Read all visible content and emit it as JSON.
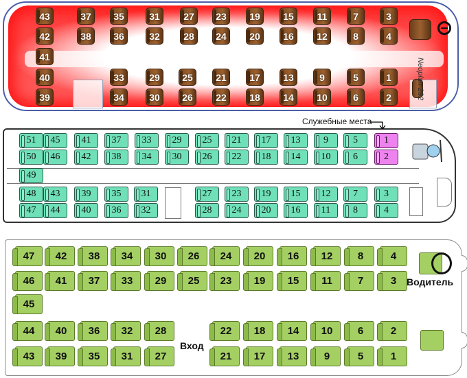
{
  "bus1": {
    "brand": "Neoplan 292",
    "seats": [
      "1",
      "2",
      "3",
      "4",
      "5",
      "6",
      "7",
      "8",
      "9",
      "10",
      "11",
      "12",
      "13",
      "14",
      "15",
      "16",
      "17",
      "18",
      "19",
      "20",
      "21",
      "22",
      "23",
      "24",
      "25",
      "26",
      "27",
      "28",
      "29",
      "30",
      "31",
      "32",
      "33",
      "34",
      "35",
      "36",
      "37",
      "38",
      "39",
      "40",
      "41",
      "42",
      "43"
    ]
  },
  "bus2": {
    "service_label": "Служебные места",
    "seats": [
      "1",
      "2",
      "3",
      "4",
      "5",
      "6",
      "7",
      "8",
      "9",
      "10",
      "11",
      "12",
      "13",
      "14",
      "15",
      "16",
      "17",
      "18",
      "19",
      "20",
      "21",
      "22",
      "23",
      "24",
      "25",
      "26",
      "27",
      "28",
      "29",
      "30",
      "31",
      "32",
      "33",
      "34",
      "35",
      "36",
      "37",
      "38",
      "39",
      "40",
      "41",
      "42",
      "43",
      "44",
      "45",
      "46",
      "47",
      "48",
      "49",
      "50",
      "51"
    ],
    "service_seats": [
      "1",
      "2"
    ]
  },
  "bus3": {
    "entry_label": "Вход",
    "driver_label": "Водитель",
    "seats": [
      "1",
      "2",
      "3",
      "4",
      "5",
      "6",
      "7",
      "8",
      "9",
      "10",
      "11",
      "12",
      "13",
      "14",
      "15",
      "16",
      "17",
      "18",
      "19",
      "20",
      "21",
      "22",
      "23",
      "24",
      "25",
      "26",
      "27",
      "28",
      "29",
      "30",
      "31",
      "32",
      "33",
      "34",
      "35",
      "36",
      "37",
      "38",
      "39",
      "40",
      "41",
      "42",
      "43",
      "44",
      "45",
      "46",
      "47"
    ]
  },
  "colors": {
    "bus1_glow": "#ff0000",
    "bus1_seat": "#8d5526",
    "bus2_seat": "#6fe0b8",
    "bus2_service_seat": "#ee82ee",
    "bus3_seat": "#a4cf63"
  }
}
